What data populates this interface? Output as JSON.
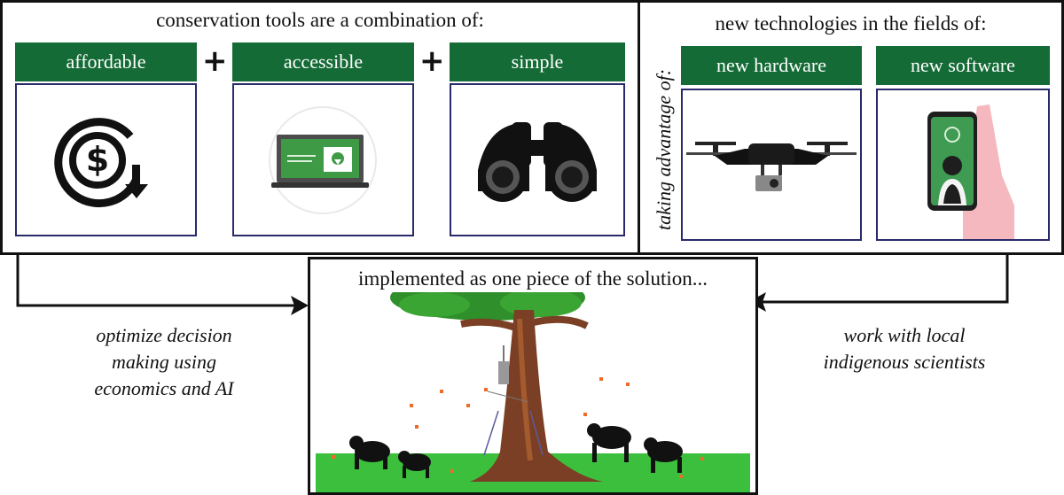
{
  "left_panel": {
    "title": "conservation tools are a combination of:",
    "tools": [
      {
        "label": "affordable",
        "icon": "dollar-cycle-icon"
      },
      {
        "label": "accessible",
        "icon": "laptop-download-icon"
      },
      {
        "label": "simple",
        "icon": "binoculars-icon"
      }
    ],
    "plus": "+"
  },
  "right_panel": {
    "title": "new technologies in the fields of:",
    "side_label": "taking advantage of:",
    "fields": [
      {
        "label": "new hardware",
        "icon": "drone-icon"
      },
      {
        "label": "new software",
        "icon": "smartphone-app-icon"
      }
    ]
  },
  "bottom_panel": {
    "title": "implemented as one piece of the solution..."
  },
  "left_note": [
    "optimize decision",
    "making using",
    "economics and AI"
  ],
  "right_note": [
    "work with local",
    "indigenous scientists"
  ],
  "colors": {
    "green_bar": "#156b36",
    "icon_box_border": "#2a2a6a",
    "grass": "#3cbf3c",
    "canopy": "#2f8f2a",
    "trunk": "#7a3f24"
  }
}
